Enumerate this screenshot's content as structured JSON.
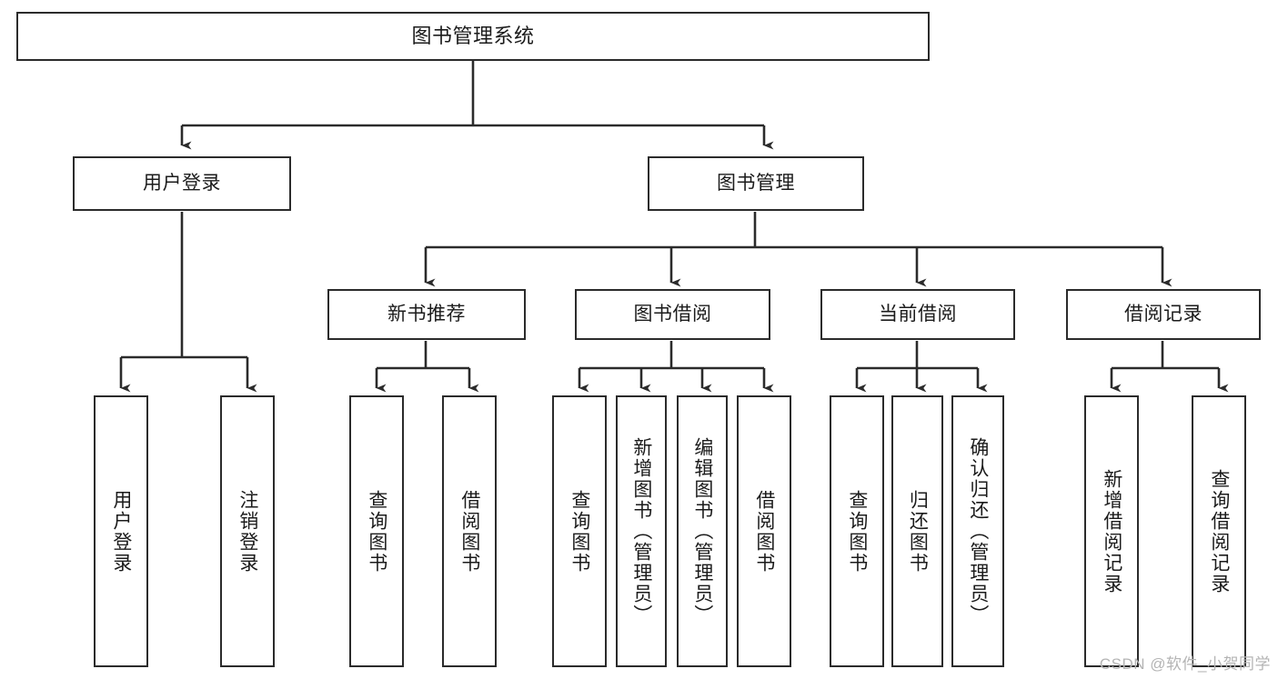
{
  "diagram": {
    "title": "图书管理系统",
    "type": "function-structure-tree",
    "watermark": "CSDN @软件_小贺同学",
    "colors": {
      "border": "#2b2b2b",
      "text": "#1b1b1b",
      "background": "#ffffff",
      "connector": "#2b2b2b",
      "watermark": "#b4b4b4"
    },
    "root": {
      "label": "图书管理系统"
    },
    "level2": [
      {
        "label": "用户登录"
      },
      {
        "label": "图书管理"
      }
    ],
    "level3": [
      {
        "label": "新书推荐"
      },
      {
        "label": "图书借阅"
      },
      {
        "label": "当前借阅"
      },
      {
        "label": "借阅记录"
      }
    ],
    "leaves": {
      "user_login": [
        {
          "label": "用户登录"
        },
        {
          "label": "注销登录"
        }
      ],
      "new_book": [
        {
          "label": "查询图书"
        },
        {
          "label": "借阅图书"
        }
      ],
      "book_borrow": [
        {
          "label": "查询图书"
        },
        {
          "label": "新增图书（管理员）"
        },
        {
          "label": "编辑图书（管理员）"
        },
        {
          "label": "借阅图书"
        }
      ],
      "current_borrow": [
        {
          "label": "查询图书"
        },
        {
          "label": "归还图书"
        },
        {
          "label": "确认归还（管理员）"
        }
      ],
      "borrow_record": [
        {
          "label": "新增借阅记录"
        },
        {
          "label": "查询借阅记录"
        }
      ]
    }
  }
}
